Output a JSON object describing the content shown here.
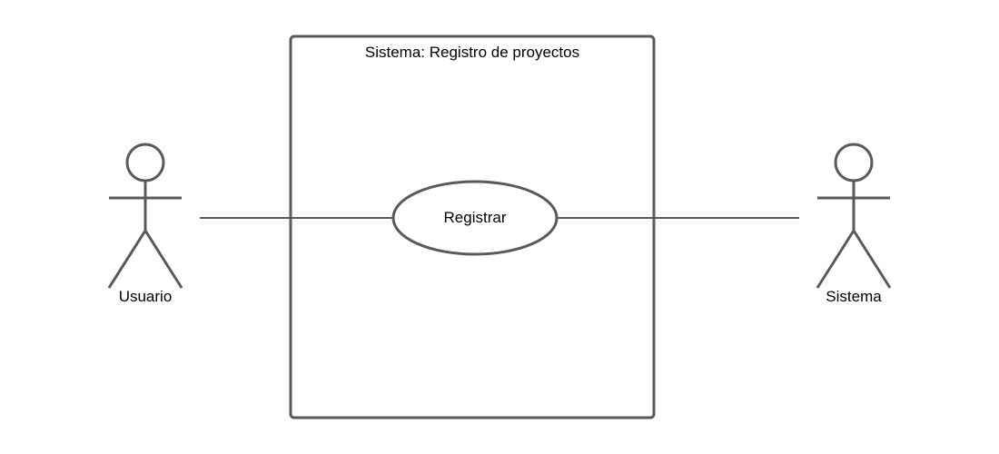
{
  "diagram": {
    "type": "use-case",
    "system": {
      "title": "Sistema: Registro de proyectos"
    },
    "use_cases": [
      {
        "label": "Registrar"
      }
    ],
    "actors": [
      {
        "label": "Usuario",
        "side": "left"
      },
      {
        "label": "Sistema",
        "side": "right"
      }
    ],
    "associations": [
      {
        "from": "Usuario",
        "to": "Registrar"
      },
      {
        "from": "Registrar",
        "to": "Sistema"
      }
    ],
    "colors": {
      "stroke": "#595959",
      "text": "#000000",
      "background": "#ffffff"
    }
  }
}
